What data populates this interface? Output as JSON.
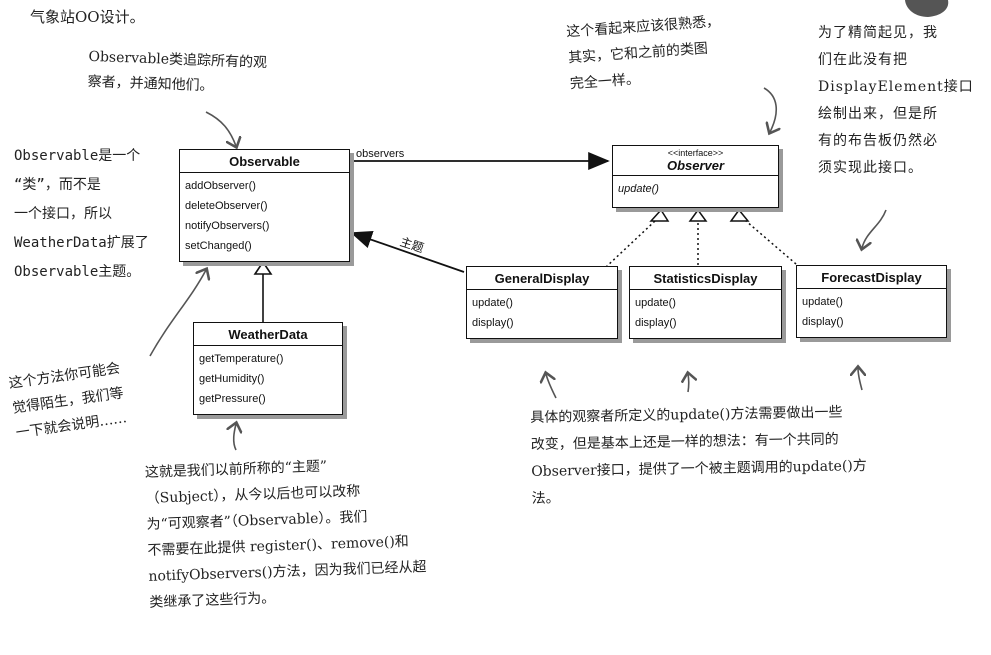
{
  "title": "气象站OO设计。",
  "notes": {
    "observable_tracks": "Observable类追踪所有的观\n察者，并通知他们。",
    "observable_class": "Observable是一个\n“类”，而不是\n一个接口，所以\nWeatherData扩展了\nObservable主题。",
    "method_unfamiliar": "这个方法你可能会\n觉得陌生，我们等\n一下就会说明……",
    "subject_note": "这就是我们以前所称的“主题”\n（Subject），从今以后也可以改称\n为“可观察者”（Observable）。我们\n不需要在此提供 register()、remove()和\nnotifyObservers()方法，因为我们已经从超\n类继承了这些行为。",
    "familiar": "这个看起来应该很熟悉，\n其实，它和之前的类图\n完全一样。",
    "display_element": "为了精简起见，我\n们在此没有把\nDisplayElement接口\n绘制出来，但是所\n有的布告板仍然必\n须实现此接口。",
    "concrete_observers": "具体的观察者所定义的update()方法需要做出一些\n改变，但是基本上还是一样的想法：有一个共同的\nObserver接口，提供了一个被主题调用的update()方\n法。"
  },
  "classes": {
    "observable": {
      "name": "Observable",
      "methods": [
        "addObserver()",
        "deleteObserver()",
        "notifyObservers()",
        "setChanged()"
      ]
    },
    "weatherdata": {
      "name": "WeatherData",
      "methods": [
        "getTemperature()",
        "getHumidity()",
        "getPressure()"
      ]
    },
    "observer": {
      "stereotype": "<<interface>>",
      "name": "Observer",
      "methods": [
        "update()"
      ]
    },
    "general": {
      "name": "GeneralDisplay",
      "methods": [
        "update()",
        "display()"
      ]
    },
    "statistics": {
      "name": "StatisticsDisplay",
      "methods": [
        "update()",
        "display()"
      ]
    },
    "forecast": {
      "name": "ForecastDisplay",
      "methods": [
        "update()",
        "display()"
      ]
    }
  },
  "relations": {
    "observers_label": "observers",
    "subject_label": "主题"
  }
}
